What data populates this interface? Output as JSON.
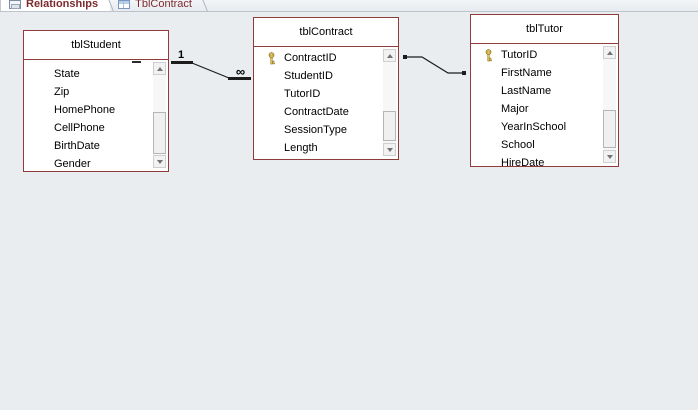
{
  "tabs": [
    {
      "label": "Relationships",
      "icon": "relationships-icon",
      "active": true
    },
    {
      "label": "TblContract",
      "icon": "table-icon",
      "active": false
    }
  ],
  "tables": [
    {
      "name": "tblStudent",
      "scrolled_partial_row_at_top": true,
      "fields": [
        {
          "name": "State"
        },
        {
          "name": "Zip"
        },
        {
          "name": "HomePhone"
        },
        {
          "name": "CellPhone"
        },
        {
          "name": "BirthDate"
        },
        {
          "name": "Gender"
        }
      ]
    },
    {
      "name": "tblContract",
      "fields": [
        {
          "name": "ContractID",
          "key": true
        },
        {
          "name": "StudentID"
        },
        {
          "name": "TutorID"
        },
        {
          "name": "ContractDate"
        },
        {
          "name": "SessionType"
        },
        {
          "name": "Length"
        }
      ]
    },
    {
      "name": "tblTutor",
      "fields": [
        {
          "name": "TutorID",
          "key": true
        },
        {
          "name": "FirstName"
        },
        {
          "name": "LastName"
        },
        {
          "name": "Major"
        },
        {
          "name": "YearInSchool"
        },
        {
          "name": "School"
        },
        {
          "name": "HireDate",
          "clipped_bottom": true
        }
      ]
    }
  ],
  "relationships": [
    {
      "from": "tblStudent",
      "to": "tblContract",
      "type": "one-to-many",
      "one_symbol": "1",
      "many_symbol": "∞"
    },
    {
      "from": "tblContract",
      "to": "tblTutor",
      "type": "plain-join"
    }
  ],
  "colors": {
    "table_border": "#8e3b3a",
    "tab_text": "#7c2b2e",
    "workspace_bg": "#e9edf0",
    "key_gold": "#e3c14c",
    "line": "#1c1c1c"
  }
}
